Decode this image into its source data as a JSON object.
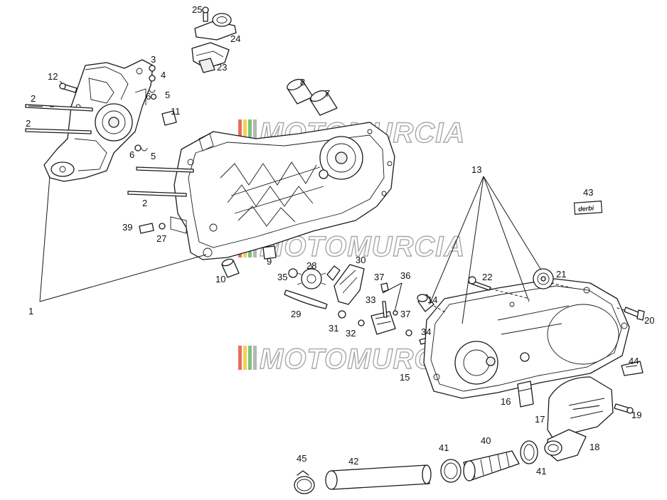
{
  "diagram": {
    "watermark": {
      "text": "MOTOMURCIA",
      "stripe_colors": [
        "#e23b2e",
        "#f2c21a",
        "#4caf50",
        "#9e9e9e"
      ]
    },
    "part_logo_text": "derbi",
    "callouts": [
      "1",
      "2",
      "3",
      "4",
      "5",
      "6",
      "7",
      "8",
      "9",
      "10",
      "11",
      "12",
      "13",
      "14",
      "15",
      "16",
      "17",
      "18",
      "19",
      "20",
      "21",
      "22",
      "23",
      "24",
      "25",
      "27",
      "28",
      "29",
      "30",
      "31",
      "32",
      "33",
      "34",
      "35",
      "36",
      "37",
      "39",
      "40",
      "41",
      "42",
      "43",
      "44",
      "45"
    ]
  }
}
